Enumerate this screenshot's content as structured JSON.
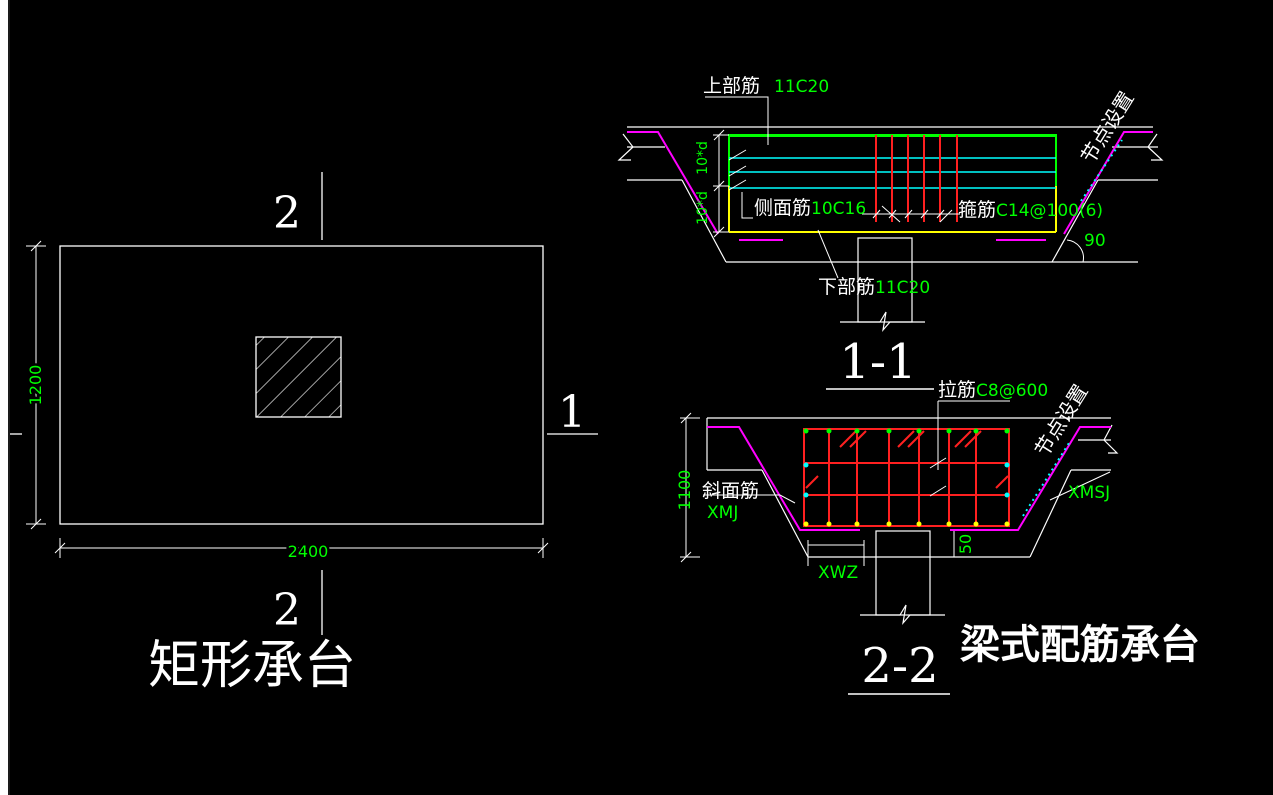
{
  "colors": {
    "background": "#000000",
    "line": "#ffffff",
    "dimension_text": "#00ff00",
    "rebar_main": "#ff2020",
    "top_bar": "#00ff00",
    "side_bar": "#00ffff",
    "bottom_bar": "#ffff00",
    "slope": "#ff00ff"
  },
  "plan": {
    "title": "矩形承台",
    "width_dim": "2400",
    "height_dim": "1200",
    "section_top": "2",
    "section_bottom": "2",
    "section_right": "1"
  },
  "section_1_1": {
    "title": "1-1",
    "top_bar_label": "上部筋",
    "top_bar_value": "11C20",
    "side_bar_label": "侧面筋",
    "side_bar_value": "10C16",
    "stirrup_label": "箍筋",
    "stirrup_value": "C14@100(6)",
    "bottom_bar_label": "下部筋",
    "bottom_bar_value": "11C20",
    "node_label": "节点设置",
    "dim_10d_top": "10*d",
    "dim_10d_bottom": "10*d",
    "angle": "90"
  },
  "section_2_2": {
    "title": "2-2",
    "tie_label": "拉筋",
    "tie_value": "C8@600",
    "slope_label": "斜面筋",
    "slope_value": "XMJ",
    "node_label": "节点设置",
    "xmsj": "XMSJ",
    "xwz": "XWZ",
    "height_dim": "1100",
    "dim_50": "50"
  },
  "main_title": "梁式配筋承台"
}
